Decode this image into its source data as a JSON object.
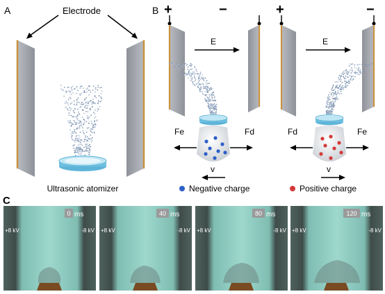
{
  "panel_a": {
    "letter": "A",
    "electrode_label": "Electrode",
    "caption": "Ultrasonic atomizer"
  },
  "panel_b": {
    "letter": "B",
    "plus_sign": "+",
    "minus_sign": "−",
    "field_label": "E",
    "left": {
      "force_left": "Fe",
      "force_right": "Fd",
      "velocity": "v",
      "legend": "Negative charge",
      "charge_color": "#2d5fc9"
    },
    "right": {
      "force_left": "Fd",
      "force_right": "Fe",
      "velocity": "v",
      "legend": "Positive charge",
      "charge_color": "#d33b3b"
    }
  },
  "panel_c": {
    "letter": "C",
    "unit": "ms",
    "left_voltage": "+8 kV",
    "right_voltage": "-8 kV",
    "frames": [
      {
        "time": "0"
      },
      {
        "time": "40"
      },
      {
        "time": "80"
      },
      {
        "time": "120"
      }
    ]
  },
  "colors": {
    "electrode_face": "#9a9ca3",
    "electrode_edge": "#c8923e",
    "atomizer": "#7fc8e6",
    "frame_bg": "#8fcfc5",
    "frame_dark": "#3f4f4c"
  }
}
